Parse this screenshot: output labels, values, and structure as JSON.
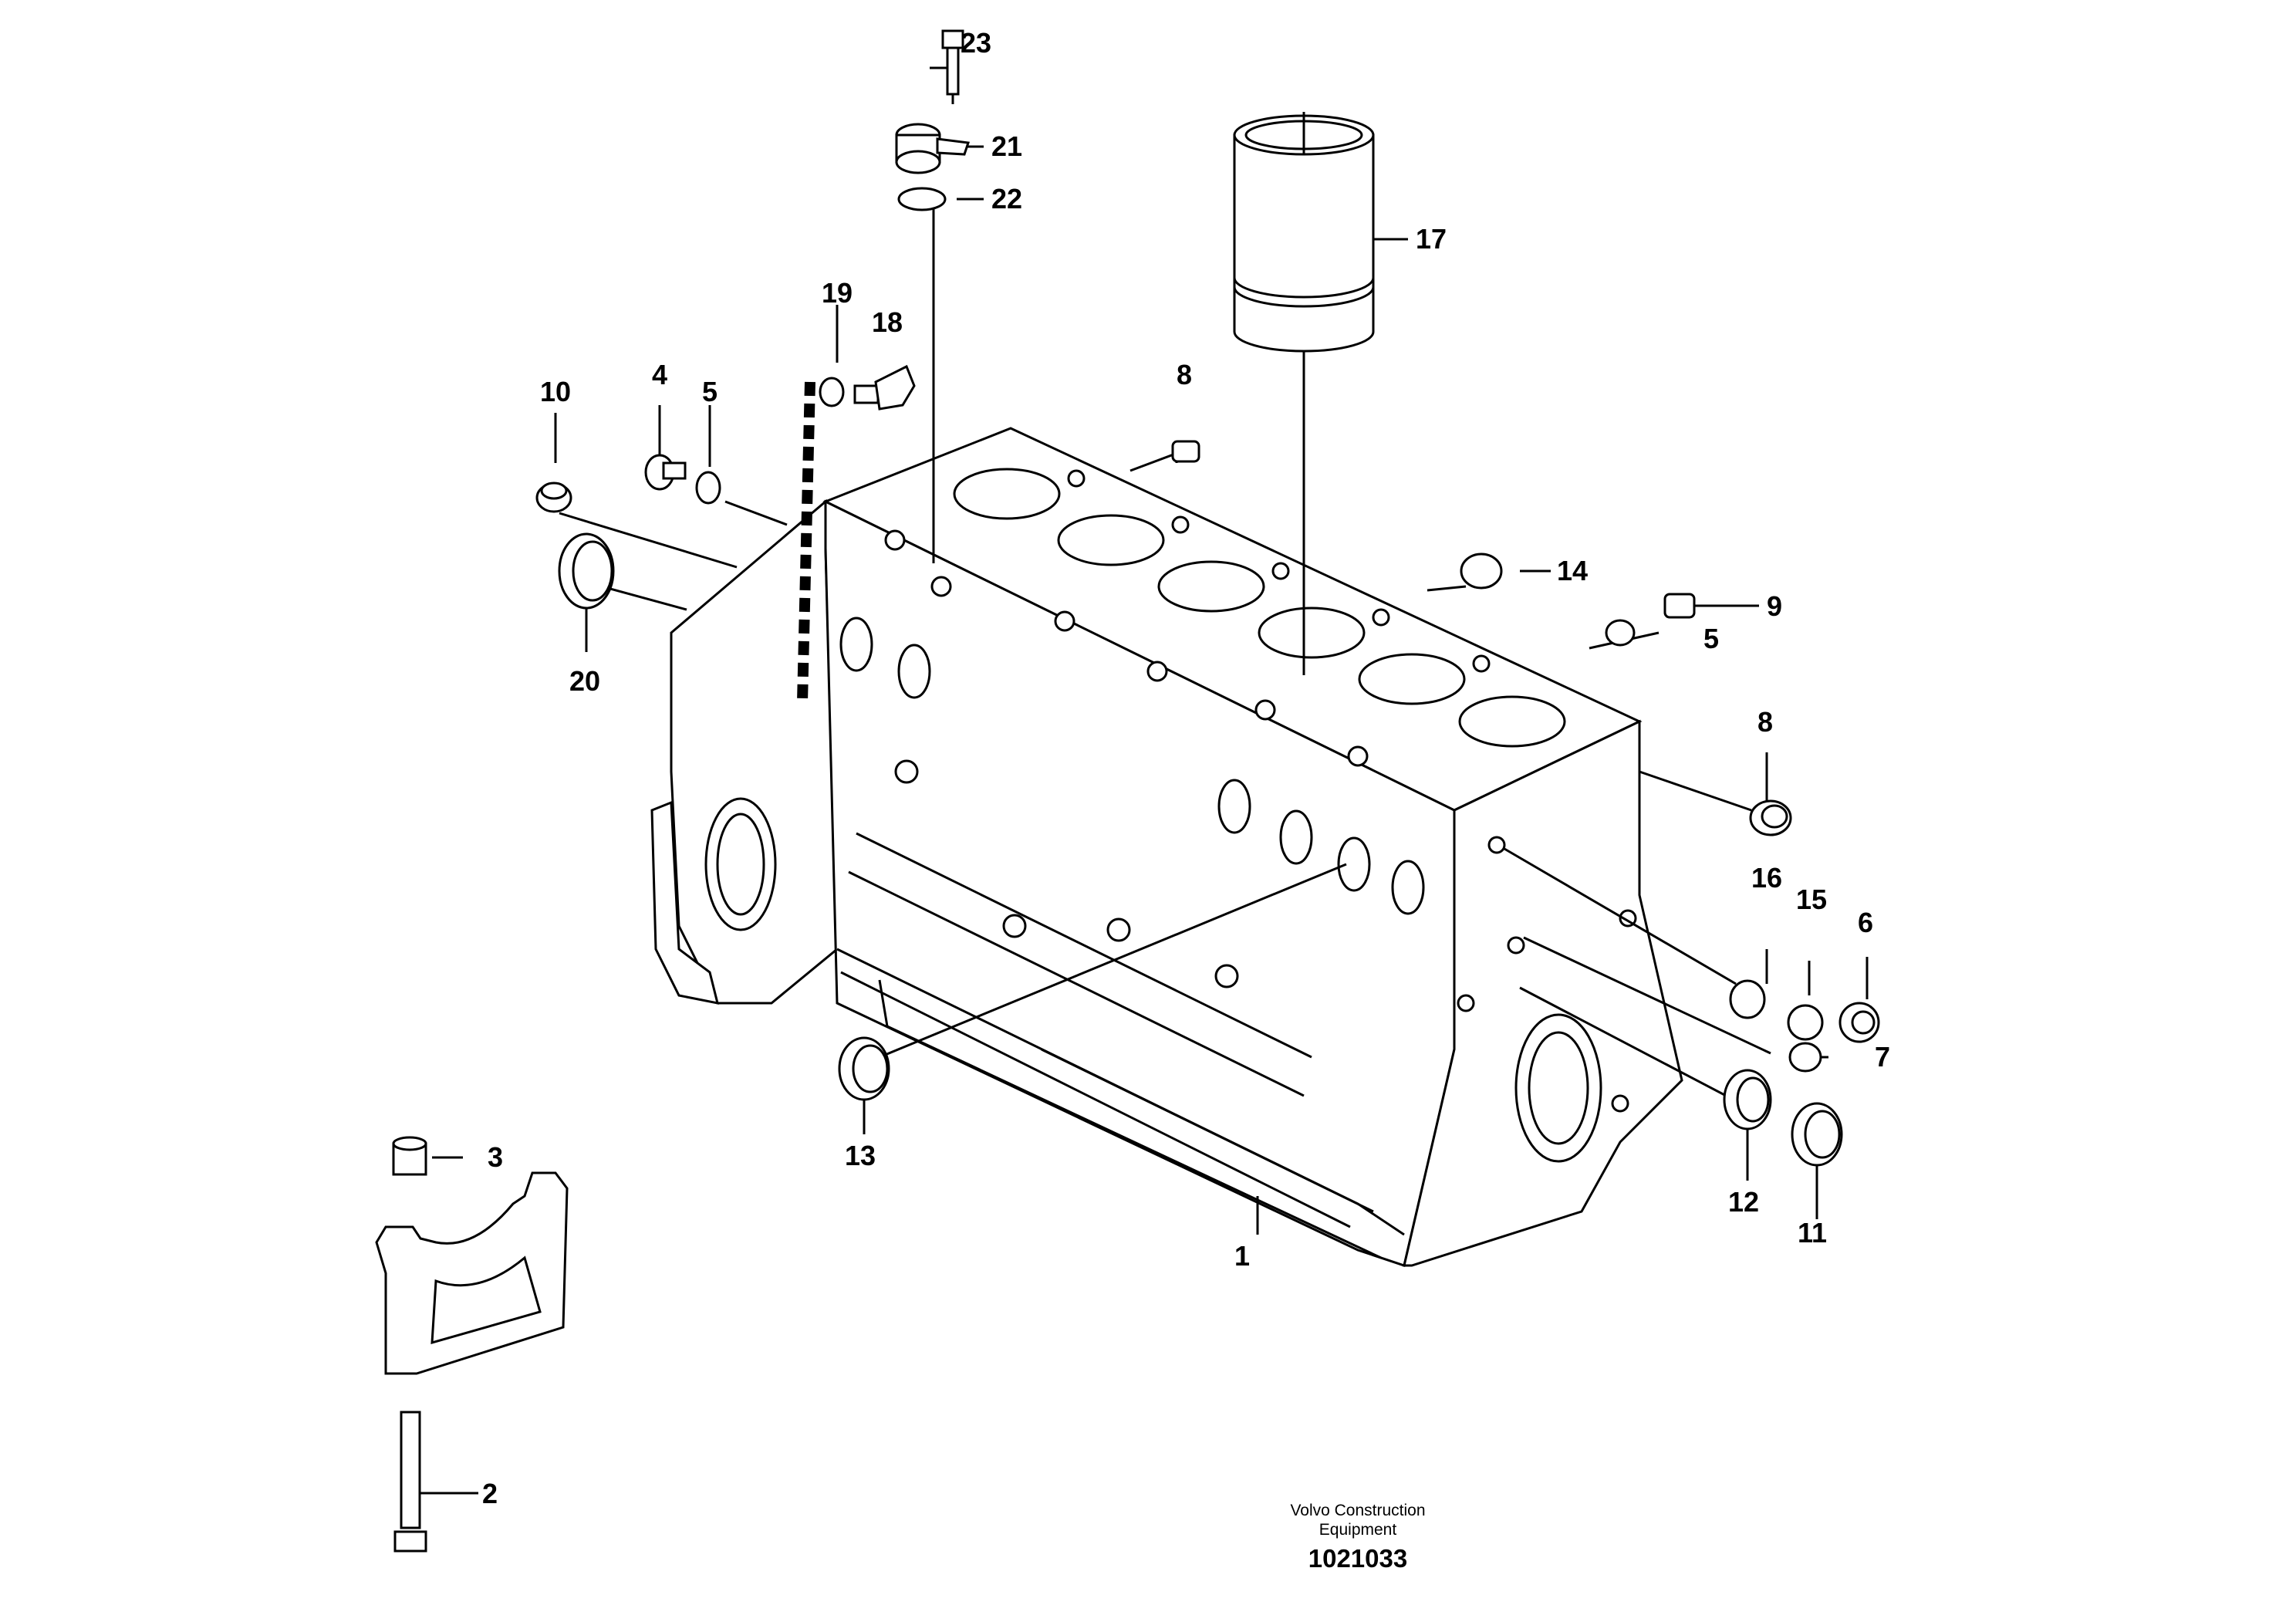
{
  "diagram": {
    "callouts": [
      "1",
      "2",
      "3",
      "4",
      "5",
      "5",
      "6",
      "7",
      "8",
      "8",
      "9",
      "10",
      "11",
      "12",
      "13",
      "14",
      "15",
      "16",
      "17",
      "18",
      "19",
      "20",
      "21",
      "22",
      "23"
    ]
  },
  "caption": {
    "brand_line1": "Volvo Construction",
    "brand_line2": "Equipment",
    "document_number": "1021033"
  }
}
